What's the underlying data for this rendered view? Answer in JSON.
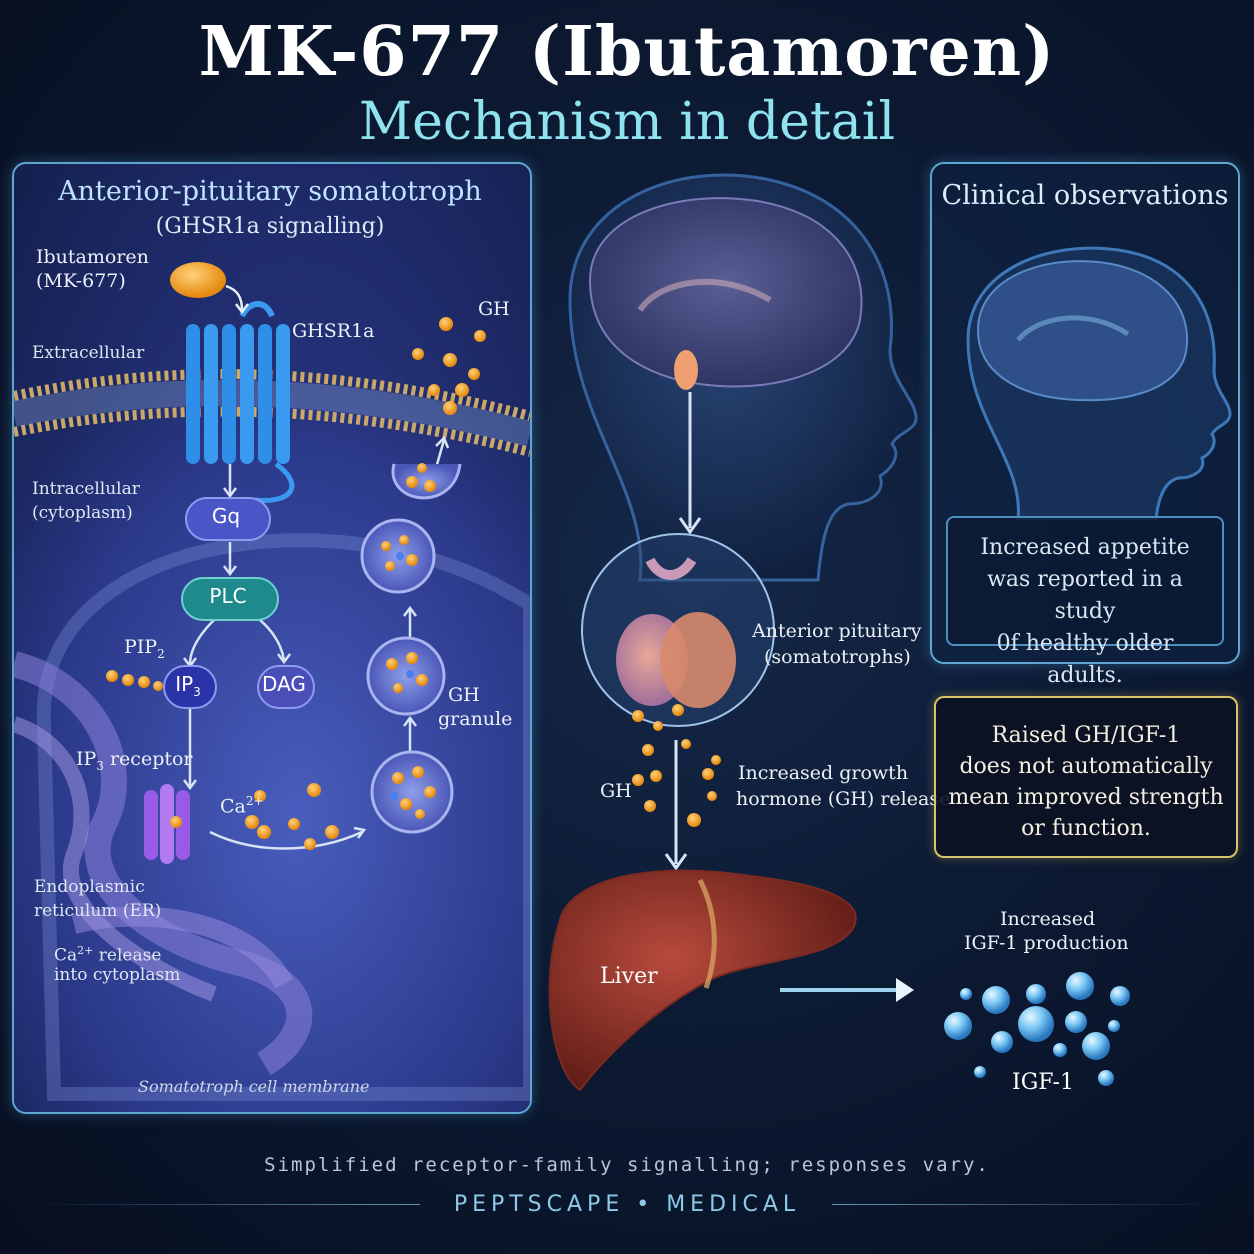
{
  "header": {
    "title": "MK-677 (Ibutamoren)",
    "subtitle": "Mechanism in detail"
  },
  "cell_panel": {
    "heading": "Anterior-pituitary somatotroph",
    "subheading": "(GHSR1a signalling)",
    "drug_label": "Ibutamoren",
    "drug_label_2": "(MK-677)",
    "receptor": "GHSR1a",
    "extracellular": "Extracellular",
    "intracellular": "Intracellular",
    "intracellular_2": "(cytoplasm)",
    "gq": "Gq",
    "plc": "PLC",
    "pip2": "PIP",
    "pip2_sub": "2",
    "ip3": "IP",
    "ip3_sub": "3",
    "dag": "DAG",
    "ip3_receptor": "IP",
    "ip3_receptor_sub": "3",
    "ip3_receptor_rest": " receptor",
    "ca": "Ca",
    "ca_sup": "2+",
    "er": "Endoplasmic",
    "er_2": "reticulum (ER)",
    "ca_release": "Ca",
    "ca_release_sup": "2+",
    "ca_release_rest": " release",
    "ca_release_2": "into cytoplasm",
    "gh_granule": "GH",
    "gh_granule_2": "granule",
    "gh_top": "GH",
    "membrane_caption": "Somatotroph cell membrane"
  },
  "center": {
    "pituitary_label": "Anterior pituitary",
    "pituitary_label_2": "(somatotrophs)",
    "gh_label": "GH",
    "release_label": "Increased growth",
    "release_label_2": "hormone (GH) release",
    "liver_label": "Liver",
    "igf_label": "Increased",
    "igf_label_2": "IGF-1 production",
    "igf_name": "IGF-1"
  },
  "clinical": {
    "title": "Clinical observations",
    "line1": "Increased appetite",
    "line2": "was reported in a study",
    "line3": "0f healthy older adults."
  },
  "caution": {
    "line1": "Raised GH/IGF-1",
    "line2": "does not automatically",
    "line3": "mean improved strength",
    "line4": "or function."
  },
  "footer": {
    "note": "Simplified receptor-family signalling; responses vary.",
    "brand": "PEPTSCAPE • MEDICAL"
  },
  "colors": {
    "accent": "#8fe3ef",
    "panel_border": "#5fa6cf",
    "caution_border": "#d9c26a",
    "granule": "#f5a623",
    "igf": "#7cc8f5"
  }
}
